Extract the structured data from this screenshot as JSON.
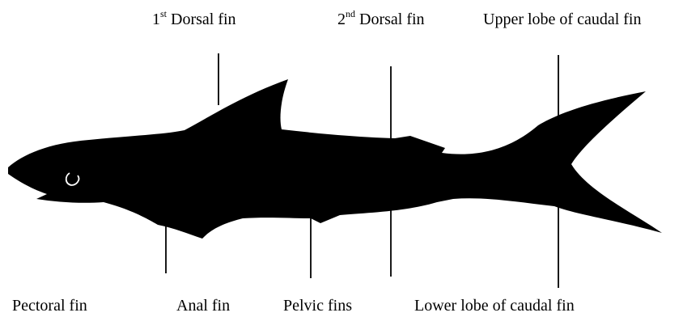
{
  "labels": {
    "dorsal1_ordinal": "1",
    "dorsal1_suffix": "st",
    "dorsal1_text": " Dorsal fin",
    "dorsal2_ordinal": "2",
    "dorsal2_suffix": "nd",
    "dorsal2_text": " Dorsal fin",
    "upper_caudal": "Upper lobe of caudal fin",
    "pectoral": "Pectoral fin",
    "anal": "Anal fin",
    "pelvic": "Pelvic fins",
    "lower_caudal": "Lower lobe of caudal fin"
  },
  "colors": {
    "silhouette": "#000000",
    "background": "#ffffff",
    "eye": "#ffffff"
  }
}
